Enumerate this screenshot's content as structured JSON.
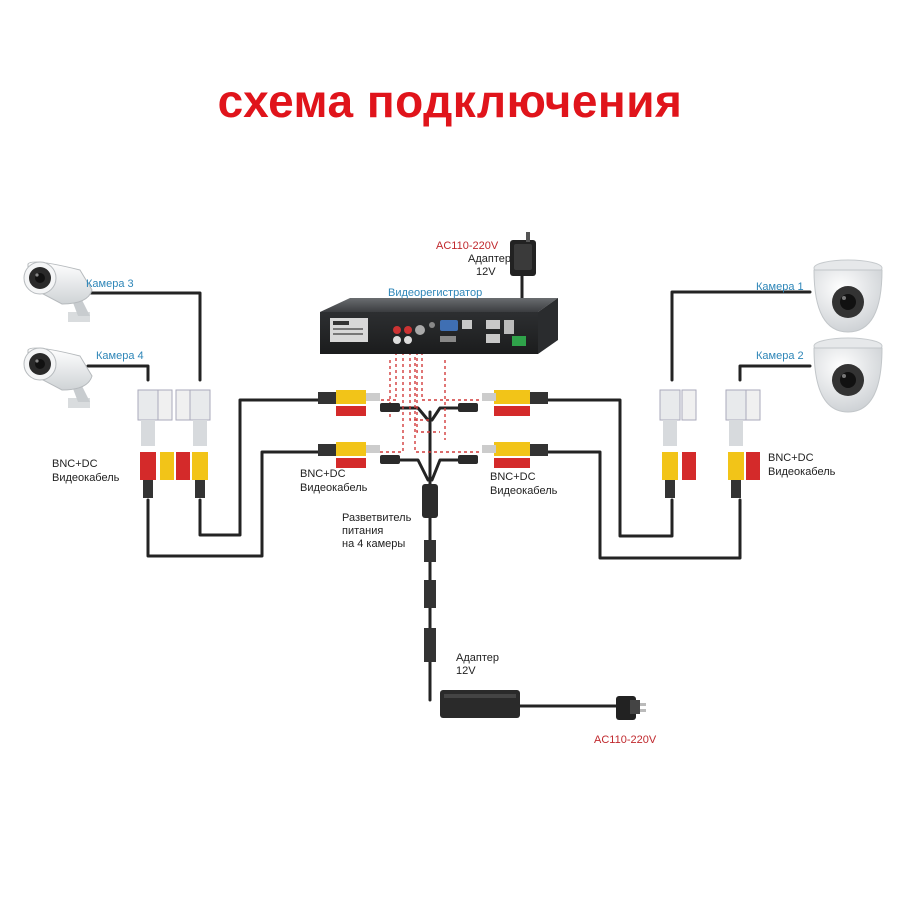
{
  "title": "схема подключения",
  "labels": {
    "camera1": "Камера 1",
    "camera2": "Камера 2",
    "camera3": "Камера 3",
    "camera4": "Камера 4",
    "dvr": "Видеорегистратор",
    "ac_top": "AC110-220V",
    "adapter_top_line1": "Адаптер",
    "adapter_top_line2": "12V",
    "cable_left_line1": "BNC+DC",
    "cable_left_line2": "Видеокабель",
    "cable_midleft_line1": "BNC+DC",
    "cable_midleft_line2": "Видеокабель",
    "cable_midright_line1": "BNC+DC",
    "cable_midright_line2": "Видеокабель",
    "cable_right_line1": "BNC+DC",
    "cable_right_line2": "Видеокабель",
    "splitter_line1": "Разветвитель",
    "splitter_line2": "питания",
    "splitter_line3": "на 4 камеры",
    "adapter_bottom_line1": "Адаптер",
    "adapter_bottom_line2": "12V",
    "ac_bottom": "AC110-220V"
  },
  "colors": {
    "title": "#e0141b",
    "camera_label": "#2e86b8",
    "ac_label": "#c0282d",
    "cable": "#222222",
    "bnc_red": "#d42a2a",
    "bnc_yellow": "#f2c418",
    "signal_dashed": "#d23c3c"
  },
  "icons": [
    "bullet-camera-icon",
    "dome-camera-icon",
    "dvr-recorder-icon",
    "power-adapter-icon",
    "power-plug-icon",
    "bnc-connector-icon",
    "power-splitter-icon"
  ]
}
